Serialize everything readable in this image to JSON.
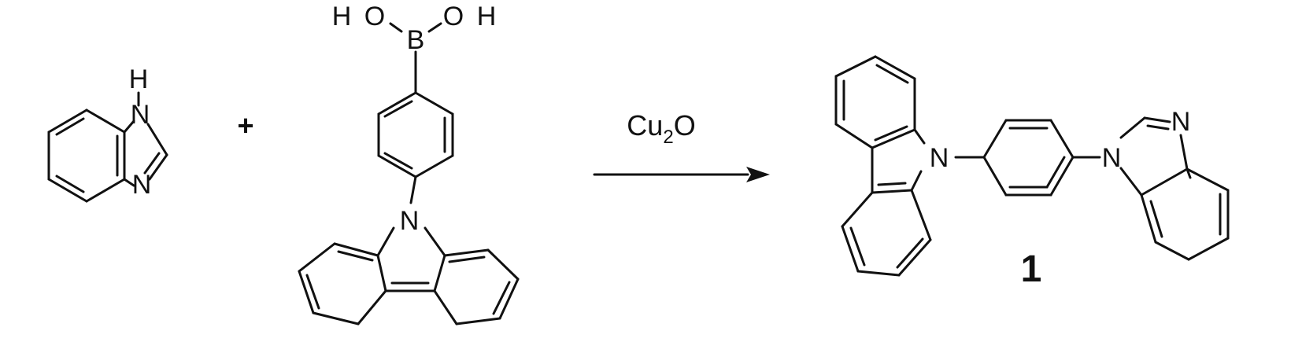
{
  "reaction": {
    "plus_sign": "+",
    "arrow_reagent": {
      "main": "Cu",
      "subscript": "2",
      "tail": "O"
    },
    "compound_number": "1"
  },
  "benzimidazole": {
    "labels": {
      "h": "H",
      "n1": "N",
      "n3": "N"
    }
  },
  "boronic_acid": {
    "labels": {
      "h_left": "H",
      "o_left": "O",
      "boron": "B",
      "o_right": "O",
      "h_right": "H",
      "n_carbazole": "N"
    }
  },
  "product": {
    "labels": {
      "n_carbazole": "N",
      "n1_imidazole": "N",
      "n3_imidazole": "N"
    }
  }
}
